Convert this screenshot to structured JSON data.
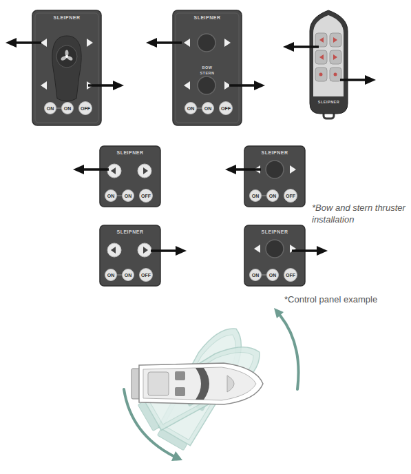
{
  "diagram": {
    "nodes": [
      {
        "text": [
          "SLEIPNER"
        ]
      },
      {
        "text": [
          "ON"
        ],
        "in": 0
      },
      {
        "text": [
          "ON"
        ],
        "in": 0
      },
      {
        "text": [
          "OFF"
        ],
        "in": 0
      },
      {
        "text": [
          "SLEIPNER",
          "BOW",
          "STERN"
        ]
      },
      {
        "text": [
          "ON"
        ],
        "in": 4
      },
      {
        "text": [
          "ON"
        ],
        "in": 4
      },
      {
        "text": [
          "OFF"
        ],
        "in": 4
      },
      {
        "text": [
          "SLEIPNER"
        ]
      },
      {
        "text": [
          "SLEIPNER"
        ]
      },
      {
        "text": [
          "ON"
        ],
        "in": 9
      },
      {
        "text": [
          "ON"
        ],
        "in": 9
      },
      {
        "text": [
          "OFF"
        ],
        "in": 9
      },
      {
        "text": [
          "SLEIPNER"
        ]
      },
      {
        "text": [
          "ON"
        ],
        "in": 13
      },
      {
        "text": [
          "ON"
        ],
        "in": 13
      },
      {
        "text": [
          "OFF"
        ],
        "in": 13
      },
      {
        "text": [
          "SLEIPNER"
        ]
      },
      {
        "text": [
          "ON"
        ],
        "in": 17
      },
      {
        "text": [
          "ON"
        ],
        "in": 17
      },
      {
        "text": [
          "OFF"
        ],
        "in": 17
      },
      {
        "text": [
          "SLEIPNER"
        ]
      },
      {
        "text": [
          "ON"
        ],
        "in": 21
      },
      {
        "text": [
          "ON"
        ],
        "in": 21
      },
      {
        "text": [
          "OFF"
        ],
        "in": 21
      }
    ],
    "labels": [
      "*Bow and stern thruster installation",
      "*Control panel example"
    ]
  }
}
